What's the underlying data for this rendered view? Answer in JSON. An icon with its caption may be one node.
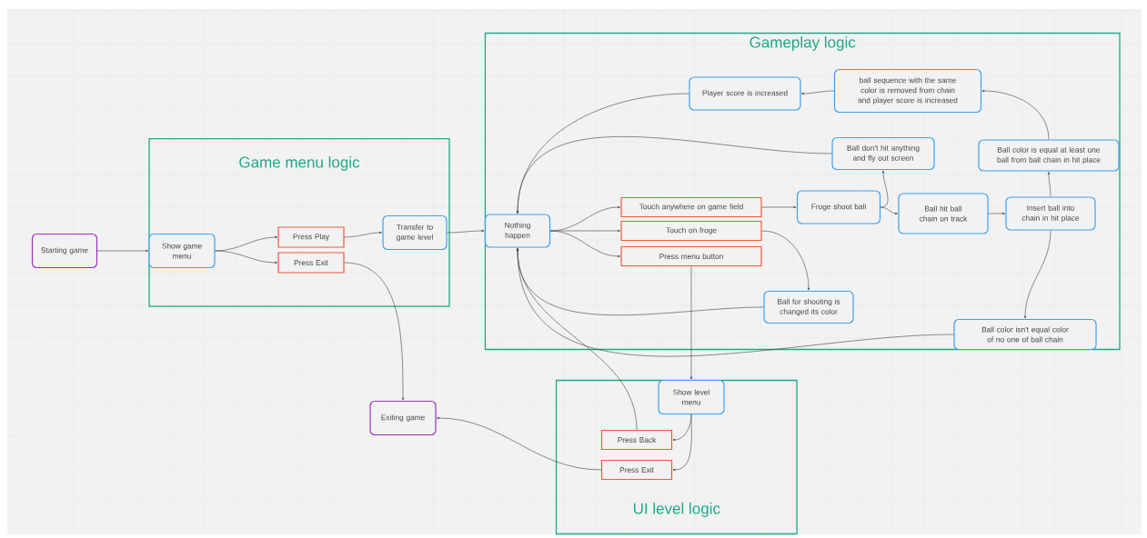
{
  "diagram": {
    "nodes": [
      {
        "text": [
          "Starting game"
        ]
      },
      {
        "text": [
          "Game menu logic"
        ]
      },
      {
        "text": [
          "Show game menu"
        ],
        "in": 1
      },
      {
        "text": [
          "Press Play"
        ],
        "in": 1
      },
      {
        "text": [
          "Press Exit"
        ],
        "in": 1
      },
      {
        "text": [
          "Transfer to game level"
        ],
        "in": 1
      },
      {
        "text": [
          "Exiting game"
        ]
      },
      {
        "text": [
          "Gameplay logic"
        ]
      },
      {
        "text": [
          "Player score is increased"
        ],
        "in": 7
      },
      {
        "text": [
          "ball sequence with the same color is removed from chain and player score is increased"
        ],
        "in": 7
      },
      {
        "text": [
          "Ball don't hit anything and fly out screen"
        ],
        "in": 7
      },
      {
        "text": [
          "Ball color is equal at least one ball from ball chain in hit place"
        ],
        "in": 7
      },
      {
        "text": [
          "Nothing happen"
        ],
        "in": 7
      },
      {
        "text": [
          "Touch anywhere on game field"
        ],
        "in": 7
      },
      {
        "text": [
          "Touch on froge"
        ],
        "in": 7
      },
      {
        "text": [
          "Press menu button"
        ],
        "in": 7
      },
      {
        "text": [
          "Froge shoot ball"
        ],
        "in": 7
      },
      {
        "text": [
          "Ball hit ball chain on track"
        ],
        "in": 7
      },
      {
        "text": [
          "Insert ball into chain in hit place"
        ],
        "in": 7
      },
      {
        "text": [
          "Ball for shooting is changed its color"
        ],
        "in": 7
      },
      {
        "text": [
          "Ball color isn't equal color of no one of ball chain"
        ],
        "in": 7
      },
      {
        "text": [
          "UI level logic"
        ]
      },
      {
        "text": [
          "Show level menu"
        ],
        "in": 21
      },
      {
        "text": [
          "Press Back"
        ],
        "in": 21
      },
      {
        "text": [
          "Press Exit"
        ],
        "in": 21
      }
    ],
    "edges": [
      {
        "from": 0,
        "to": 2,
        "arrow": "to"
      },
      {
        "from": 2,
        "to": 3,
        "arrow": "to"
      },
      {
        "from": 2,
        "to": 4,
        "arrow": "to"
      },
      {
        "from": 3,
        "to": 5,
        "arrow": "to"
      },
      {
        "from": 5,
        "to": 12,
        "arrow": "to"
      },
      {
        "from": 4,
        "to": 6,
        "arrow": "to"
      },
      {
        "from": 12,
        "to": 13,
        "arrow": "to"
      },
      {
        "from": 12,
        "to": 14,
        "arrow": "to"
      },
      {
        "from": 12,
        "to": 15,
        "arrow": "to"
      },
      {
        "from": 13,
        "to": 16,
        "arrow": "to"
      },
      {
        "from": 16,
        "to": 10,
        "arrow": "to"
      },
      {
        "from": 16,
        "to": 17,
        "arrow": "to"
      },
      {
        "from": 17,
        "to": 18,
        "arrow": "to"
      },
      {
        "from": 18,
        "to": 11,
        "arrow": "to"
      },
      {
        "from": 11,
        "to": 9,
        "arrow": "to"
      },
      {
        "from": 9,
        "to": 8,
        "arrow": "to"
      },
      {
        "from": 8,
        "to": 12,
        "arrow": "to"
      },
      {
        "from": 10,
        "to": 12,
        "arrow": "to"
      },
      {
        "from": 14,
        "to": 19,
        "arrow": "to"
      },
      {
        "from": 19,
        "to": 12,
        "arrow": "to"
      },
      {
        "from": 18,
        "to": 20,
        "arrow": "to"
      },
      {
        "from": 20,
        "to": 12,
        "arrow": "to"
      },
      {
        "from": 15,
        "to": 22,
        "arrow": "to"
      },
      {
        "from": 22,
        "to": 23,
        "arrow": "to"
      },
      {
        "from": 22,
        "to": 24,
        "arrow": "to"
      },
      {
        "from": 23,
        "to": 12,
        "arrow": "to"
      },
      {
        "from": 24,
        "to": 6,
        "arrow": "to"
      }
    ]
  }
}
